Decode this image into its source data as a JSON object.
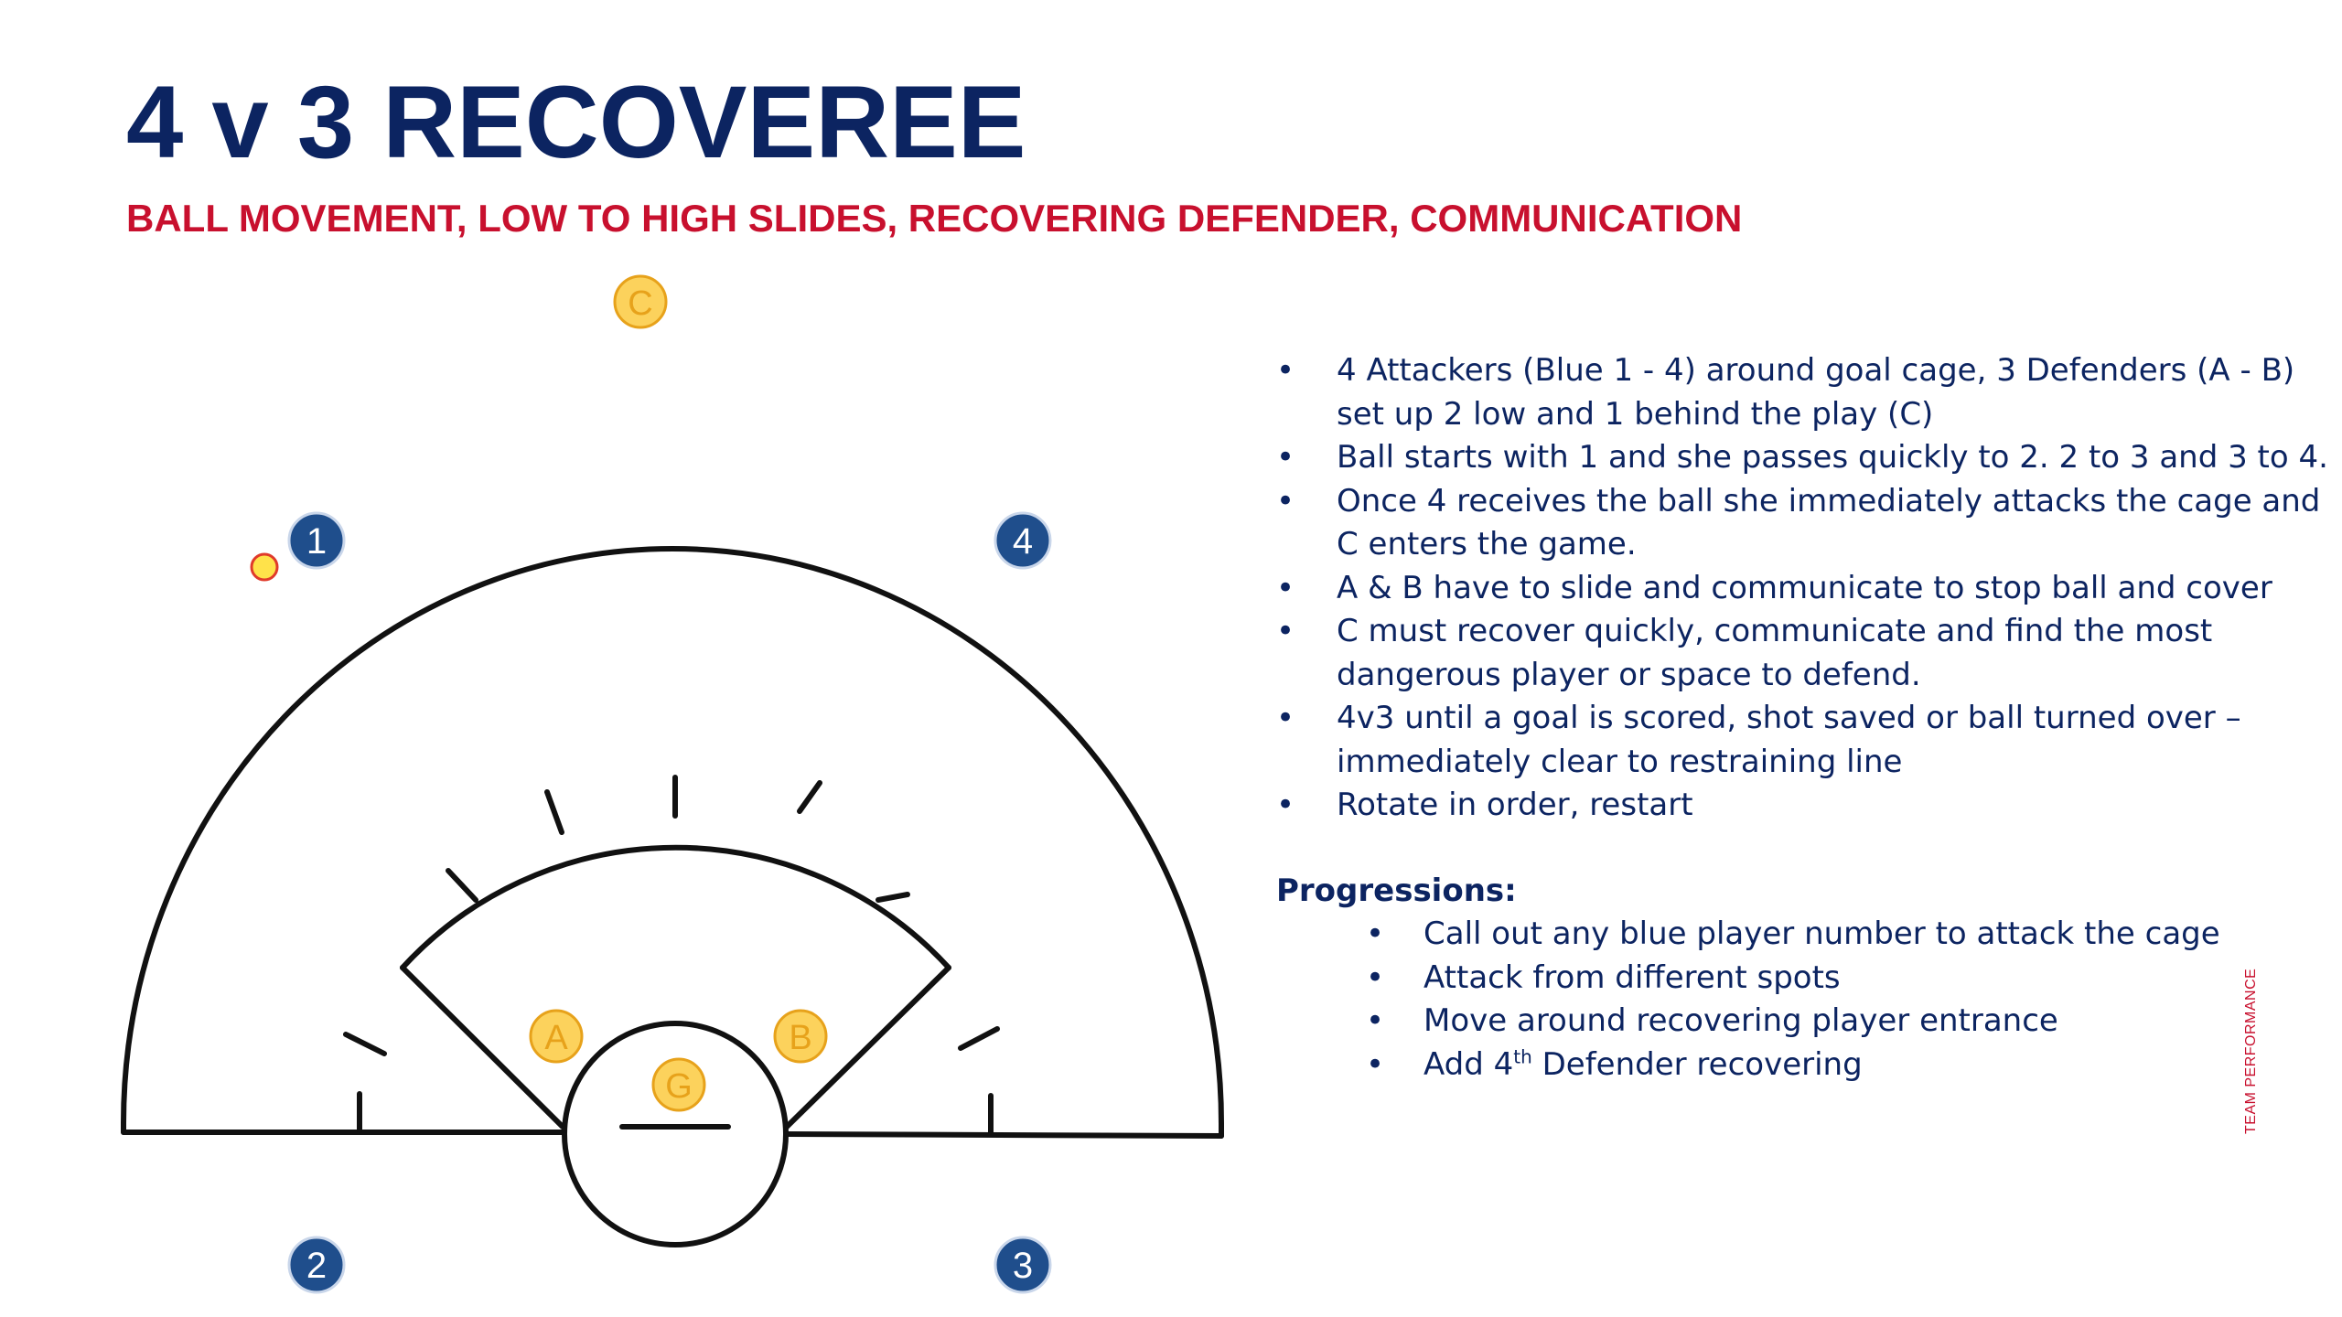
{
  "title": "4 v 3 RECOVEREE",
  "subtitle": "BALL MOVEMENT, LOW TO HIGH SLIDES, RECOVERING DEFENDER, COMMUNICATION",
  "colors": {
    "navy": "#0c2461",
    "red": "#c8102e",
    "attacker_fill": "#1f4e8c",
    "defender_fill": "#fcd25c",
    "defender_stroke": "#e7a21b",
    "ball_fill": "#ffe24a",
    "ball_stroke": "#e03a2a",
    "line": "#111111"
  },
  "diagram": {
    "attackers": [
      {
        "label": "1"
      },
      {
        "label": "4"
      },
      {
        "label": "2"
      },
      {
        "label": "3"
      }
    ],
    "defenders": [
      {
        "label": "C"
      },
      {
        "label": "A"
      },
      {
        "label": "B"
      }
    ],
    "goalie": {
      "label": "G"
    }
  },
  "instructions": [
    "4 Attackers (Blue 1 - 4) around goal cage, 3 Defenders (A - B) set up 2 low and 1 behind the play (C)",
    "Ball starts with 1 and she passes quickly to 2.  2 to 3 and 3 to 4.",
    "Once 4 receives the ball she immediately attacks the cage and C enters the game.",
    "A & B have to slide and communicate to stop ball and cover",
    "C must recover quickly, communicate and find the most dangerous player or space to defend.",
    "4v3 until a goal is scored, shot saved or ball turned over – immediately clear to restraining line",
    "Rotate in order, restart"
  ],
  "progressions": {
    "heading": "Progressions:",
    "items": [
      {
        "text": "Call out any blue player number to attack the cage"
      },
      {
        "text": "Attack from different spots"
      },
      {
        "text": "Move around recovering player entrance"
      },
      {
        "text_before": "Add 4",
        "sup": "th",
        "text_after": " Defender recovering"
      }
    ]
  },
  "watermark": "TEAM PERFORMANCE"
}
